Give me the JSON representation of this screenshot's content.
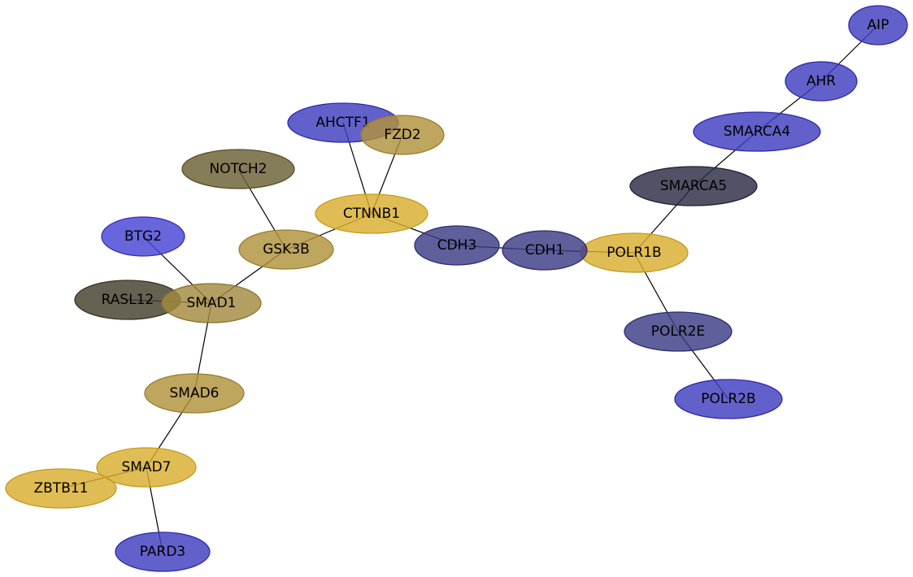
{
  "palette": {
    "blue": {
      "fill": "#3f3ebf",
      "stroke": "#2b2aa8"
    },
    "bright_blue": {
      "fill": "#4544d6",
      "stroke": "#3130b8"
    },
    "slate": {
      "fill": "#3c3c85",
      "stroke": "#2c2c70"
    },
    "dark_slate": {
      "fill": "#2b2c44",
      "stroke": "#1f1f33"
    },
    "gold": {
      "fill": "#d9af2e",
      "stroke": "#c49a1a"
    },
    "tan": {
      "fill": "#b1923c",
      "stroke": "#9a7e2c"
    },
    "khaki": {
      "fill": "#a38a3f",
      "stroke": "#8a742f"
    },
    "olive": {
      "fill": "#6a5f33",
      "stroke": "#574e28"
    },
    "dark_olive": {
      "fill": "#443f2c",
      "stroke": "#36321f"
    }
  },
  "nodes": [
    {
      "id": "AIP",
      "label": "AIP",
      "color": "blue"
    },
    {
      "id": "AHR",
      "label": "AHR",
      "color": "blue"
    },
    {
      "id": "SMARCA4",
      "label": "SMARCA4",
      "color": "blue"
    },
    {
      "id": "SMARCA5",
      "label": "SMARCA5",
      "color": "dark_slate"
    },
    {
      "id": "POLR1B",
      "label": "POLR1B",
      "color": "gold"
    },
    {
      "id": "POLR2E",
      "label": "POLR2E",
      "color": "slate"
    },
    {
      "id": "POLR2B",
      "label": "POLR2B",
      "color": "blue"
    },
    {
      "id": "CDH1",
      "label": "CDH1",
      "color": "slate"
    },
    {
      "id": "CDH3",
      "label": "CDH3",
      "color": "slate"
    },
    {
      "id": "CTNNB1",
      "label": "CTNNB1",
      "color": "gold"
    },
    {
      "id": "AHCTF1",
      "label": "AHCTF1",
      "color": "blue"
    },
    {
      "id": "FZD2",
      "label": "FZD2",
      "color": "tan"
    },
    {
      "id": "GSK3B",
      "label": "GSK3B",
      "color": "tan"
    },
    {
      "id": "NOTCH2",
      "label": "NOTCH2",
      "color": "olive"
    },
    {
      "id": "BTG2",
      "label": "BTG2",
      "color": "bright_blue"
    },
    {
      "id": "RASL12",
      "label": "RASL12",
      "color": "dark_olive"
    },
    {
      "id": "SMAD1",
      "label": "SMAD1",
      "color": "khaki"
    },
    {
      "id": "SMAD6",
      "label": "SMAD6",
      "color": "tan"
    },
    {
      "id": "SMAD7",
      "label": "SMAD7",
      "color": "gold"
    },
    {
      "id": "ZBTB11",
      "label": "ZBTB11",
      "color": "gold"
    },
    {
      "id": "PARD3",
      "label": "PARD3",
      "color": "blue"
    }
  ],
  "edges": [
    [
      "AIP",
      "AHR"
    ],
    [
      "AHR",
      "SMARCA4"
    ],
    [
      "SMARCA4",
      "SMARCA5"
    ],
    [
      "SMARCA5",
      "POLR1B"
    ],
    [
      "POLR1B",
      "POLR2E"
    ],
    [
      "POLR2E",
      "POLR2B"
    ],
    [
      "POLR1B",
      "CDH1"
    ],
    [
      "CDH1",
      "CDH3"
    ],
    [
      "CDH3",
      "CTNNB1"
    ],
    [
      "CTNNB1",
      "AHCTF1"
    ],
    [
      "CTNNB1",
      "FZD2"
    ],
    [
      "CTNNB1",
      "GSK3B"
    ],
    [
      "GSK3B",
      "NOTCH2"
    ],
    [
      "GSK3B",
      "SMAD1"
    ],
    [
      "SMAD1",
      "BTG2"
    ],
    [
      "SMAD1",
      "RASL12"
    ],
    [
      "SMAD1",
      "SMAD6"
    ],
    [
      "SMAD6",
      "SMAD7"
    ],
    [
      "SMAD7",
      "ZBTB11"
    ],
    [
      "SMAD7",
      "PARD3"
    ]
  ]
}
